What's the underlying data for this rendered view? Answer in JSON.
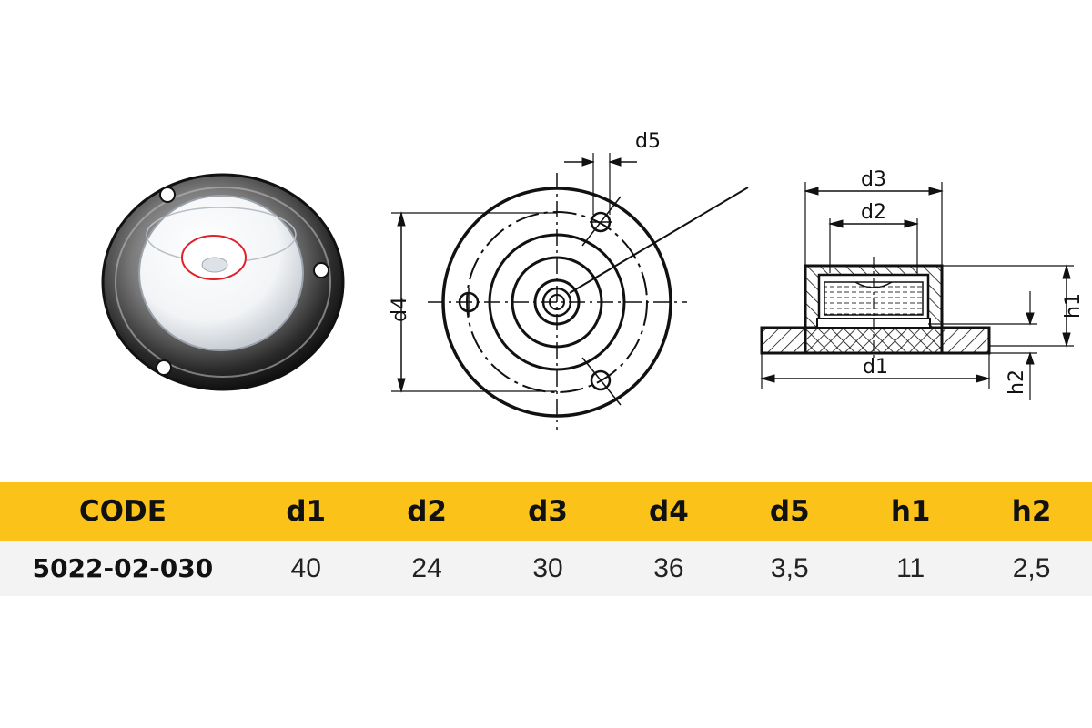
{
  "drawing": {
    "labels": {
      "d1": "d1",
      "d2": "d2",
      "d3": "d3",
      "d4": "d4",
      "d5": "d5",
      "h1": "h1",
      "h2": "h2"
    },
    "bubble_ring_color": "#e0202a"
  },
  "table": {
    "header": {
      "code": "CODE",
      "d1": "d1",
      "d2": "d2",
      "d3": "d3",
      "d4": "d4",
      "d5": "d5",
      "h1": "h1",
      "h2": "h2"
    },
    "row": {
      "code": "5022-02-030",
      "d1": "40",
      "d2": "24",
      "d3": "30",
      "d4": "36",
      "d5": "3,5",
      "h1": "11",
      "h2": "2,5"
    },
    "header_color": "#fbc21a"
  }
}
